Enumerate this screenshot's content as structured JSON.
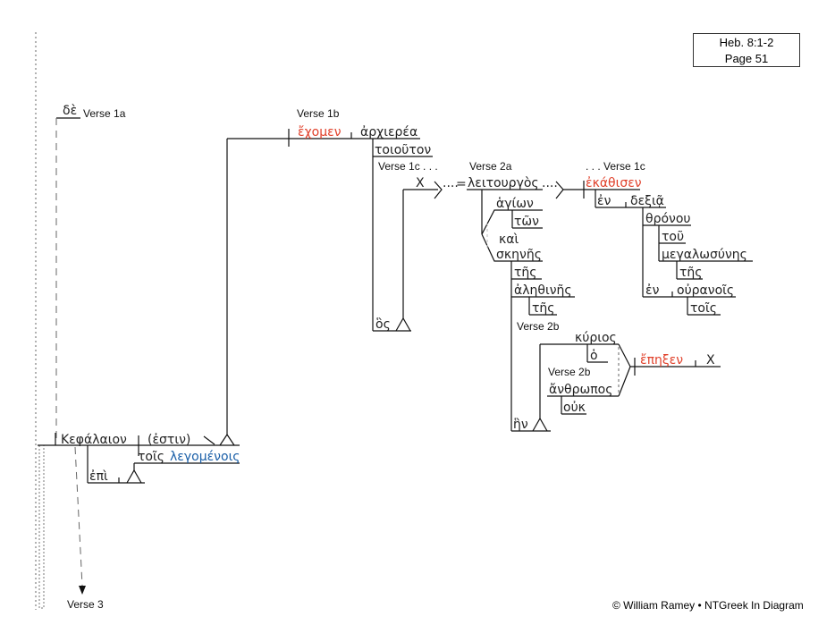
{
  "reference": {
    "passage": "Heb. 8:1-2",
    "page": "Page 51"
  },
  "copyright": "© William Ramey • NTGreek In Diagram",
  "labels": {
    "v1a": "Verse 1a",
    "v1b": "Verse 1b",
    "v1c_start": "Verse 1c . . .",
    "v1c_end": ". . . Verse 1c",
    "v2a": "Verse 2a",
    "v2b_1": "Verse 2b",
    "v2b_2": "Verse 2b",
    "v3": "Verse 3"
  },
  "words": {
    "de": "δὲ",
    "kefalaion": "Κεφάλαιον",
    "estin": "(ἐστιν)",
    "epi": "ἐπὶ",
    "tois_legomenois_art": "τοῖς",
    "legomenois": "λεγομένοις",
    "echomen": "ἔχομεν",
    "archierea": "ἀρχιερέα",
    "toiouton": "τοιοῦτον",
    "hos": "ὃς",
    "x1": "X",
    "eq": "=",
    "leitourgos": "λειτουργὸς",
    "dots1": "....",
    "dots2": "....",
    "hagion": "ἁγίων",
    "ton": "τῶν",
    "kai": "καὶ",
    "skenes": "σκηνῆς",
    "tes1": "τῆς",
    "alethines": "ἀληθινῆς",
    "tes2": "τῆς",
    "en_verb": "ἣν",
    "kyrios": "κύριος",
    "ho": "ὁ",
    "anthropos": "ἄνθρωπος",
    "ouk": "οὐκ",
    "epexen": "ἔπηξεν",
    "x2": "X",
    "ekathisen": "ἐκάθισεν",
    "en1": "ἐν",
    "dexia": "δεξιᾷ",
    "thronou": "θρόνου",
    "tou": "τοῦ",
    "megalosynes": "μεγαλωσύνης",
    "tes3": "τῆς",
    "en2": "ἐν",
    "ouranois": "οὐρανοῖς",
    "tois": "τοῖς"
  },
  "colors": {
    "verb": "#e0402a",
    "participle": "#1a5fa8"
  }
}
